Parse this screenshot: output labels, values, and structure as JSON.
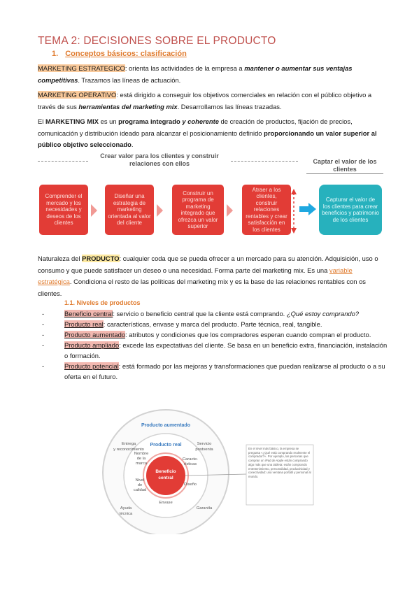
{
  "title": "TEMA 2: DECISIONES SOBRE EL PRODUCTO",
  "subtitle": {
    "number": "1.",
    "text": "Conceptos básicos: clasificación"
  },
  "para1": {
    "term": "MARKETING ESTRATEGICO",
    "text_a": ": orienta las actividades de la empresa a ",
    "italic": "mantener o aumentar sus ventajas competitivas",
    "text_b": ". Trazamos las líneas de actuación."
  },
  "para2": {
    "term": "MARKETING OPERATIVO",
    "text_a": ": está dirigido a conseguir los objetivos comerciales en relación con el público objetivo a través de sus ",
    "italic": "herramientas del marketing mix",
    "text_b": ". Desarrollamos las líneas trazadas."
  },
  "para3": {
    "t1": "El ",
    "b1": "MARKETING MIX",
    "t2": " es un ",
    "b2": "programa integrado ",
    "bi": "y coherente",
    "t3": " de creación de productos, fijación de precios, comunicación y distribución ideado para alcanzar el posicionamiento definido ",
    "b3": "proporcionando un valor superior al público objetivo seleccionado",
    "t4": "."
  },
  "diagram": {
    "left_header": "Crear valor para los clientes y construir relaciones con ellos",
    "right_header": "Captar el valor de los clientes",
    "boxes": [
      "Comprender el mercado y los necesidades y deseos de los clientes",
      "Diseñar una estrategia de marketing orientada al valor del cliente",
      "Construir un programa de marketing integrado que ofrezca un valor superior",
      "Atraer a los clientes, construir relaciones rentables y crear satisfacción en los clientes",
      "Capturar el valor de los clientes para crear beneficios y patrimonio de los clientes"
    ]
  },
  "para4": {
    "t1": "Naturaleza del ",
    "term": "PRODUCTO",
    "t2": ": cualquier coda que se pueda ofrecer a un mercado para su atención. Adquisición, uso o consumo y que puede satisfacer un deseo o una necesidad. Forma parte del marketing mix. Es una ",
    "link": "variable estratégica",
    "t3": ". Condiciona el resto de las políticas del marketing mix y es la base de las relaciones rentables con os clientes."
  },
  "levels": {
    "heading": "1.1. Niveles de productos",
    "items": [
      {
        "term": "Beneficio central",
        "text": ": servicio o beneficio central que la cliente está comprando. ",
        "italic": "¿Qué estoy comprando?"
      },
      {
        "term": "Producto real",
        "text": ": características, envase y marca del producto. Parte técnica, real, tangible.",
        "italic": ""
      },
      {
        "term": "Producto aumentado",
        "text": ": atributos y condiciones que los compradores esperan cuando compran el producto.",
        "italic": ""
      },
      {
        "term": "Producto ampliado",
        "text": ": excede las expectativas del cliente. Se basa en un beneficio extra, financiación, instalación o formación.",
        "italic": ""
      },
      {
        "term": "Producto potencial",
        "text": ": está formado por las mejoras y transformaciones que puedan realizarse al producto o a su oferta en el futuro.",
        "italic": ""
      }
    ]
  },
  "figure": {
    "outer_label": "Producto aumentado",
    "mid_label": "Producto real",
    "core_line1": "Beneficio",
    "core_line2": "central",
    "outer_items": [
      "Entrega",
      "y reconocimiento",
      "Servicio",
      "postventa",
      "Ayuda",
      "técnica",
      "Garantía"
    ],
    "mid_items": [
      "Nombre",
      "de la",
      "marca",
      "Caracte-",
      "rísticas",
      "Nivel",
      "de",
      "calidad",
      "Diseño",
      "Envase"
    ],
    "note": "En el nivel más básico, la empresa se pregunta «¿Qué está comprando realmente el comprador?». Por ejemplo, las personas que compran un iPad de Apple están comprando algo más que una tableta: están comprando entretenimiento, personalidad, productividad y conectividad: una ventana portátil y personal al mundo.",
    "colors": {
      "core": "#e23c36",
      "ring": "#cfcfcf",
      "blue": "#3a7bbf"
    }
  }
}
